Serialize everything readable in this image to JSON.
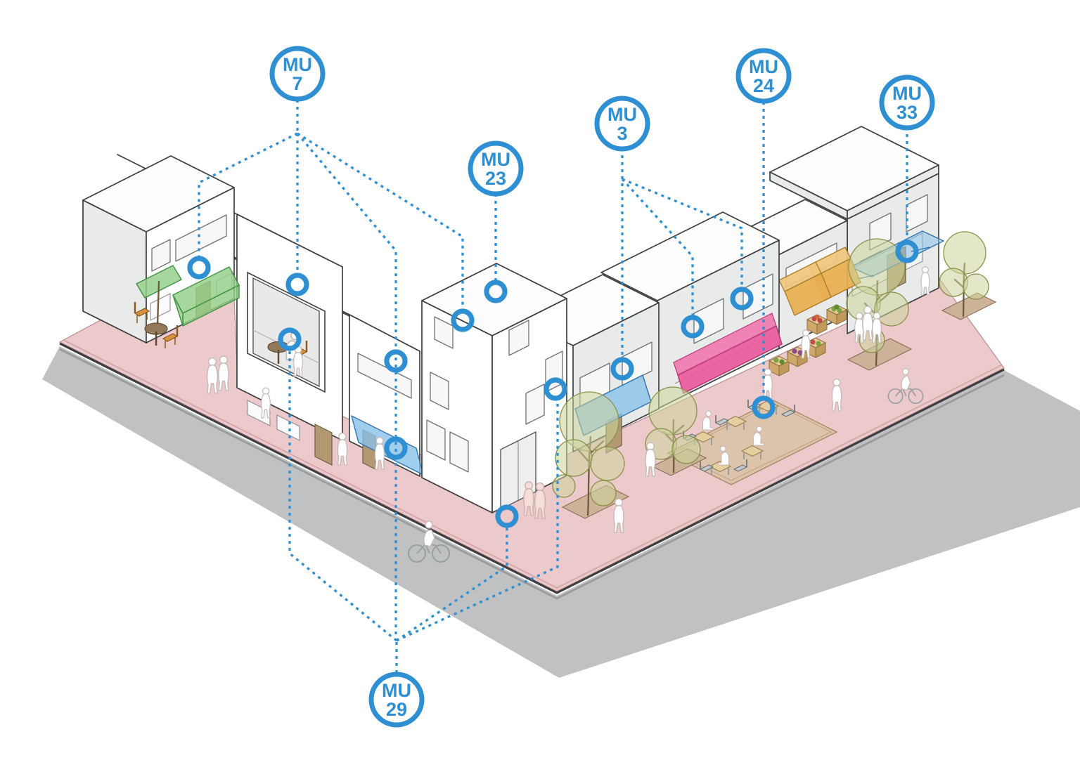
{
  "diagram": {
    "title": "mixed-use street axonometric diagram",
    "badges": [
      {
        "id": "mu-7",
        "top": "MU",
        "num": "7"
      },
      {
        "id": "mu-23",
        "top": "MU",
        "num": "23"
      },
      {
        "id": "mu-3",
        "top": "MU",
        "num": "3"
      },
      {
        "id": "mu-24",
        "top": "MU",
        "num": "24"
      },
      {
        "id": "mu-33",
        "top": "MU",
        "num": "33"
      },
      {
        "id": "mu-29",
        "top": "MU",
        "num": "29"
      }
    ],
    "colors": {
      "accent_blue": "#2e8fd2",
      "sidewalk_pink": "#ecc9ca",
      "road_gray": "#bfc1c2",
      "building_white": "#ffffff",
      "building_gray": "#e9eaea",
      "awning_green": "#93d089",
      "awning_blue": "#88c0e8",
      "awning_pink": "#ea5f9e",
      "awning_orange": "#e8ae4f",
      "tree_olive": "#ccd39b"
    }
  }
}
